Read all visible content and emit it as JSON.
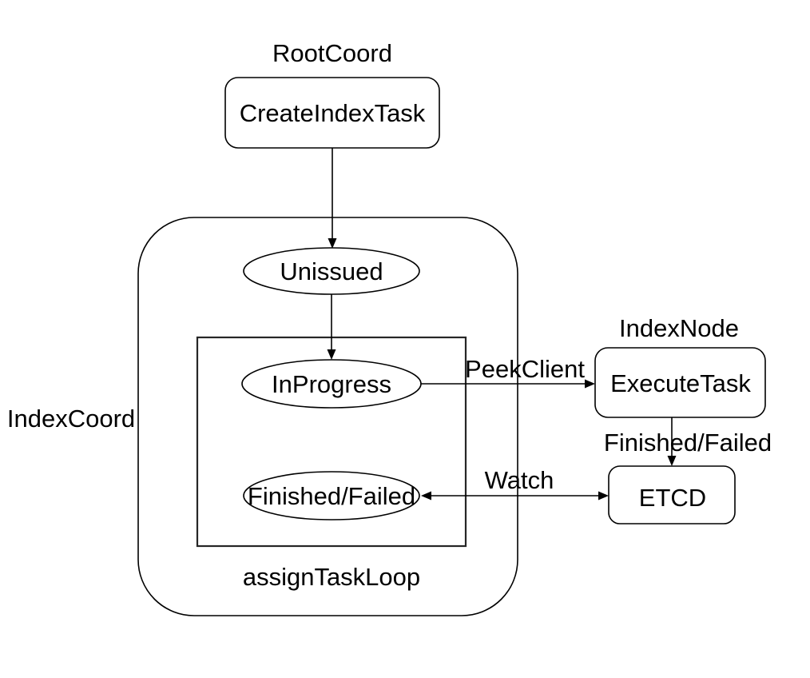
{
  "diagram": {
    "background": "#ffffff",
    "stroke_color": "#000000",
    "text_color": "#000000",
    "groups": {
      "root_coord": {
        "label": "RootCoord"
      },
      "index_coord": {
        "label": "IndexCoord"
      },
      "index_node": {
        "label": "IndexNode"
      },
      "assign_task_loop": {
        "label": "assignTaskLoop"
      }
    },
    "nodes": {
      "create_index_task": {
        "label": "CreateIndexTask",
        "shape": "rounded-rect",
        "group": "RootCoord"
      },
      "unissued": {
        "label": "Unissued",
        "shape": "ellipse",
        "group": "IndexCoord"
      },
      "in_progress": {
        "label": "InProgress",
        "shape": "ellipse",
        "group": "assignTaskLoop"
      },
      "finished_failed": {
        "label": "Finished/Failed",
        "shape": "ellipse",
        "group": "assignTaskLoop"
      },
      "execute_task": {
        "label": "ExecuteTask",
        "shape": "rounded-rect",
        "group": "IndexNode"
      },
      "etcd": {
        "label": "ETCD",
        "shape": "rounded-rect",
        "group": ""
      }
    },
    "edges": {
      "create_to_unissued": {
        "label": "",
        "from": "CreateIndexTask",
        "to": "Unissued",
        "direction": "down"
      },
      "unissued_to_inprogress": {
        "label": "",
        "from": "Unissued",
        "to": "InProgress",
        "direction": "down"
      },
      "peek_client": {
        "label": "PeekClient",
        "from": "InProgress",
        "to": "ExecuteTask",
        "direction": "right"
      },
      "execute_to_etcd": {
        "label": "Finished/Failed",
        "from": "ExecuteTask",
        "to": "ETCD",
        "direction": "down"
      },
      "watch": {
        "label": "Watch",
        "from": "Finished/Failed",
        "to": "ETCD",
        "direction": "both"
      }
    }
  }
}
